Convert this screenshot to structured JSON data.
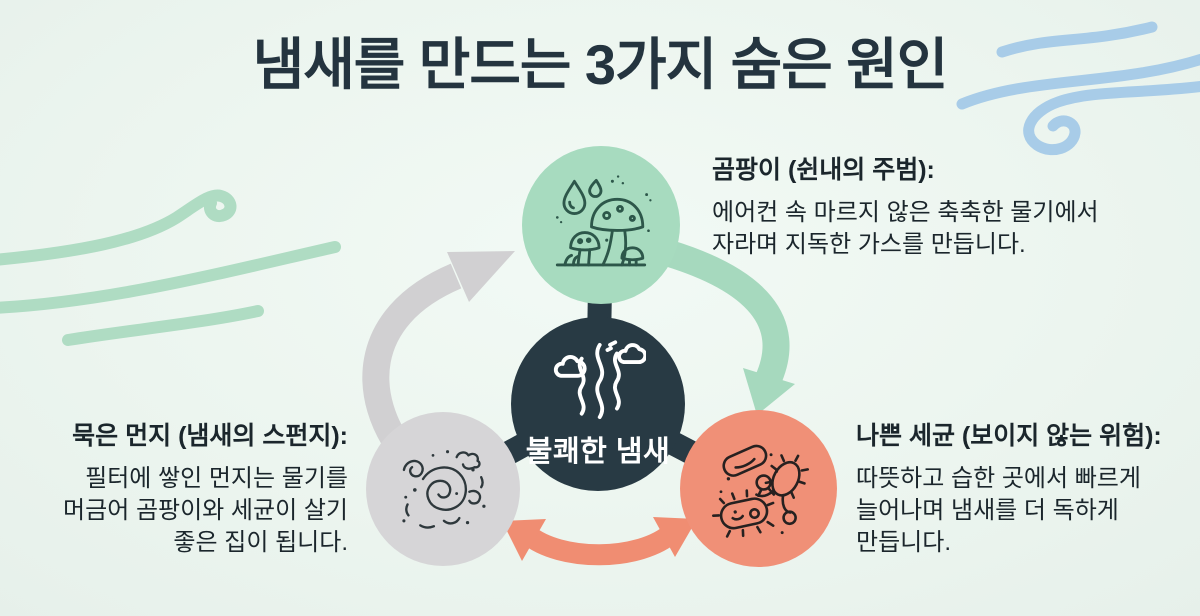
{
  "title": "냄새를 만드는 3가지 숨은 원인",
  "center": {
    "label": "불쾌한 냄새",
    "icon": "odor-steam-icon",
    "circle_color": "#283A44"
  },
  "causes": {
    "mold": {
      "heading": "곰팡이 (쉰내의 주범):",
      "body": "에어컨 속 마르지 않은 축축한 물기에서\n자라며 지독한 가스를 만듭니다.",
      "icon": "mold-mushroom-icon",
      "circle_color": "#A7DBBF"
    },
    "dust": {
      "heading": "묵은 먼지 (냄새의 스펀지):",
      "body": "필터에 쌓인 먼지는 물기를\n머금어 곰팡이와 세균이 살기\n좋은 집이 됩니다.",
      "icon": "dust-swirl-icon",
      "circle_color": "#D6D5D7"
    },
    "bacteria": {
      "heading": "나쁜 세균 (보이지 않는 위험):",
      "body": "따뜻하고 습한 곳에서 빠르게\n늘어나며 냄새를 더 독하게\n만듭니다.",
      "icon": "bacteria-icon",
      "circle_color": "#F09077"
    }
  },
  "cycle_arrows": [
    {
      "from": "dust",
      "to": "mold",
      "color": "#D1D0D2"
    },
    {
      "from": "mold",
      "to": "bacteria",
      "color": "#A6D9BE"
    },
    {
      "between": [
        "dust",
        "bacteria"
      ],
      "color": "#F08D72",
      "double_headed": true
    }
  ],
  "colors": {
    "bg": "#ECF5EF",
    "ink": "#1B262C",
    "title": "#24343F",
    "dark": "#283A44",
    "green": "#A7DBBF",
    "gray": "#D6D5D7",
    "coral": "#F09077",
    "arrow_green": "#A6D9BE",
    "arrow_gray": "#D1D0D2",
    "arrow_coral": "#F08D72",
    "wind_blue": "#A8CCE8",
    "wind_green": "#AFDCC3"
  },
  "decor": {
    "left": "wind-swirl-left-icon",
    "right": "wind-swirl-right-icon"
  }
}
